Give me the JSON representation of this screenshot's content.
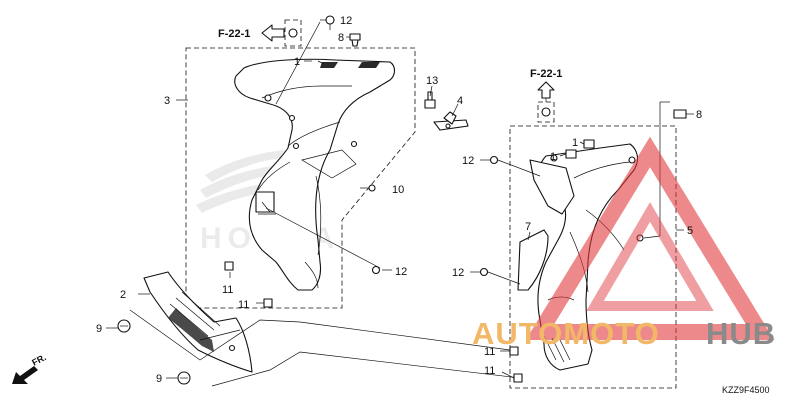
{
  "references": [
    {
      "id": "ref-left",
      "text": "F-22-1"
    },
    {
      "id": "ref-right",
      "text": "F-22-1"
    }
  ],
  "callouts": [
    {
      "id": "c12a",
      "text": "12"
    },
    {
      "id": "c8a",
      "text": "8"
    },
    {
      "id": "c1a",
      "text": "1"
    },
    {
      "id": "c3",
      "text": "3"
    },
    {
      "id": "c13",
      "text": "13"
    },
    {
      "id": "c4",
      "text": "4"
    },
    {
      "id": "c10",
      "text": "10"
    },
    {
      "id": "c12b",
      "text": "12"
    },
    {
      "id": "c2",
      "text": "2"
    },
    {
      "id": "c11a",
      "text": "11"
    },
    {
      "id": "c11b",
      "text": "11"
    },
    {
      "id": "c9a",
      "text": "9"
    },
    {
      "id": "c9b",
      "text": "9"
    },
    {
      "id": "c1b",
      "text": "1"
    },
    {
      "id": "c1c",
      "text": "1"
    },
    {
      "id": "c12c",
      "text": "12"
    },
    {
      "id": "c8b",
      "text": "8"
    },
    {
      "id": "c7",
      "text": "7"
    },
    {
      "id": "c5",
      "text": "5"
    },
    {
      "id": "c12d",
      "text": "12"
    },
    {
      "id": "c11c",
      "text": "11"
    },
    {
      "id": "c11d",
      "text": "11"
    }
  ],
  "direction_label": "FR.",
  "diagram_code": "KZZ9F4500",
  "watermark": {
    "part1": "AUTOMOTO",
    "part2": "HUB",
    "color_main": "#f2b867",
    "color_accent": "#8a8a8a",
    "triangle_color": "#e0393e"
  },
  "background_logo": "HONDA",
  "colors": {
    "line": "#111111",
    "background": "#ffffff",
    "logo_ghost": "#d9d9d9"
  }
}
